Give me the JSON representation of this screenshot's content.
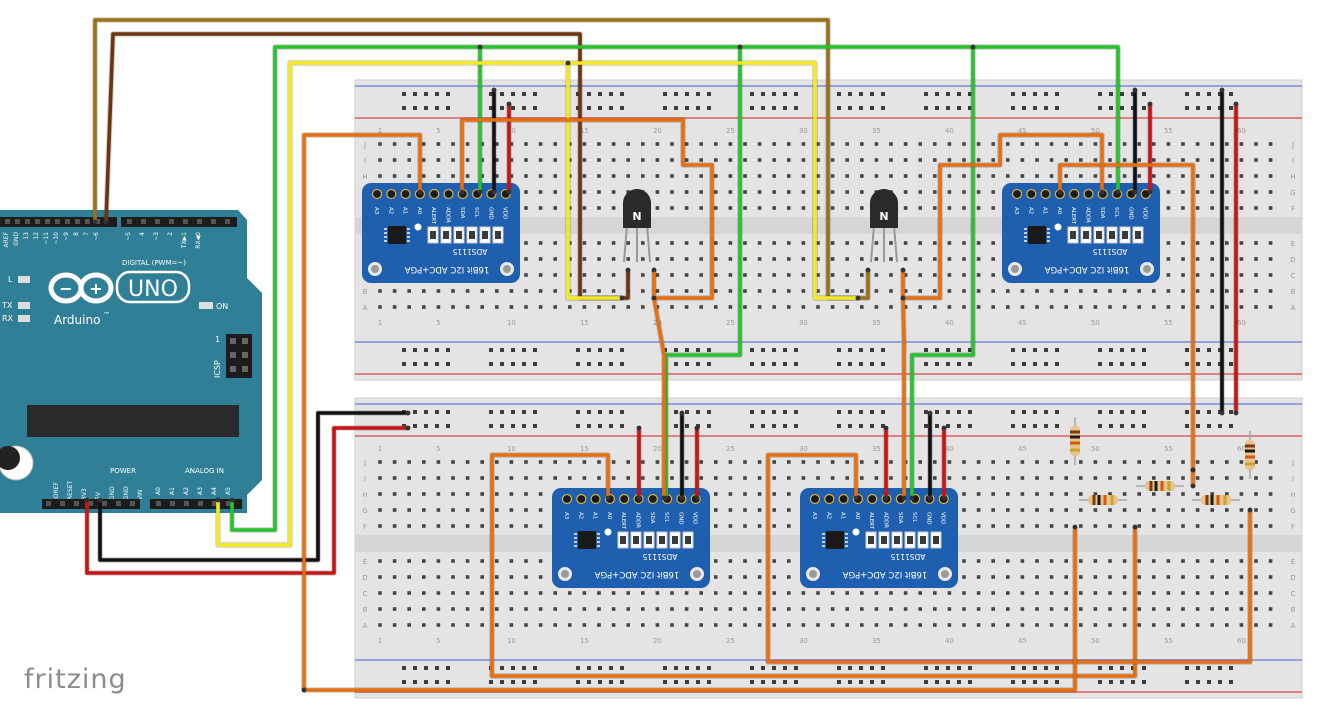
{
  "app": {
    "logo_text": "fritzing"
  },
  "arduino": {
    "brand": "Arduino",
    "trademark": "™",
    "model": "UNO",
    "digital_label": "DIGITAL (PWM=~)",
    "on_label": "ON",
    "icsp_label": "ICSP",
    "icsp_pin": "1",
    "led_l": "L",
    "led_tx": "TX",
    "led_rx": "RX",
    "power_label": "POWER",
    "analog_label": "ANALOG IN",
    "digital_pins": [
      "AREF",
      "GND",
      "13",
      "12",
      "~11",
      "~10",
      "~9",
      "8",
      "7",
      "~6",
      "~5",
      "4",
      "~3",
      "2",
      "TX▶1",
      "RX◀0"
    ],
    "power_pins": [
      "IOREF",
      "RESET",
      "3V3",
      "5V",
      "GND",
      "GND",
      "VIN"
    ],
    "analog_pins": [
      "A0",
      "A1",
      "A2",
      "A3",
      "A4",
      "A5"
    ]
  },
  "breadboard": {
    "row_letters_top": [
      "J",
      "I",
      "H",
      "G",
      "F",
      "E",
      "D",
      "C",
      "B",
      "A"
    ],
    "column_numbers": [
      "1",
      "5",
      "10",
      "15",
      "20",
      "25",
      "30",
      "35",
      "40",
      "45",
      "50",
      "55",
      "60"
    ]
  },
  "ads_module": {
    "pins": [
      "A3",
      "A2",
      "A1",
      "A0",
      "ALERT",
      "ADDR",
      "SDA",
      "SCL",
      "GND",
      "VDD"
    ],
    "chip_name": "ADS1115",
    "subtitle": "16Bit I2C ADC+PGA"
  },
  "transistor": {
    "label": "N"
  },
  "colors": {
    "board": "#2f7f96",
    "module": "#1f5fb0",
    "breadboard": "#e4e4e4",
    "wire_orange": "#e66f12",
    "wire_green": "#27c22c",
    "wire_yellow": "#f4ea22",
    "wire_brown": "#6e3410",
    "wire_tan": "#9a7018",
    "wire_black": "#111111",
    "wire_red": "#c81414"
  }
}
